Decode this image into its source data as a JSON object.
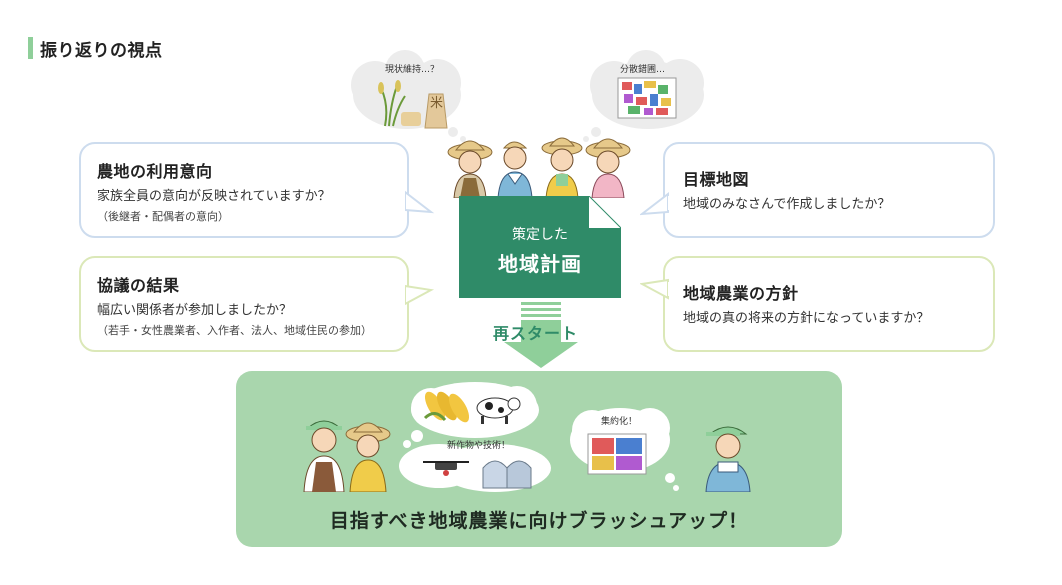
{
  "header": {
    "title": "振り返りの視点"
  },
  "thought_clouds": {
    "top_left": "現状維持…？",
    "top_right": "分散錯圃…",
    "bottom_new_crops": "新作物や技術！",
    "bottom_consolidation": "集約化！",
    "rice_bag_glyph": "米"
  },
  "bubbles": {
    "farmland_intent": {
      "title": "農地の利用意向",
      "text": "家族全員の意向が反映されていますか？",
      "note": "（後継者・配偶者の意向）"
    },
    "discussion_result": {
      "title": "協議の結果",
      "text": "幅広い関係者が参加しましたか？",
      "note": "（若手・女性農業者、入作者、法人、地域住民の参加）"
    },
    "target_map": {
      "title": "目標地図",
      "text": "地域のみなさんで作成しましたか？"
    },
    "regional_policy": {
      "title": "地域農業の方針",
      "text": "地域の真の将来の方針になっていますか？"
    }
  },
  "center_doc": {
    "line1": "策定した",
    "line2": "地域計画"
  },
  "restart_label": "再スタート",
  "slogan": "目指すべき地域農業に向けブラッシュアップ！",
  "colors": {
    "accent_green": "#2f8b68",
    "panel_green": "#a9d6ad",
    "header_bar": "#8fcf9a",
    "bubble_blue_border": "#cddcee",
    "bubble_green_border": "#dbe8b8"
  }
}
